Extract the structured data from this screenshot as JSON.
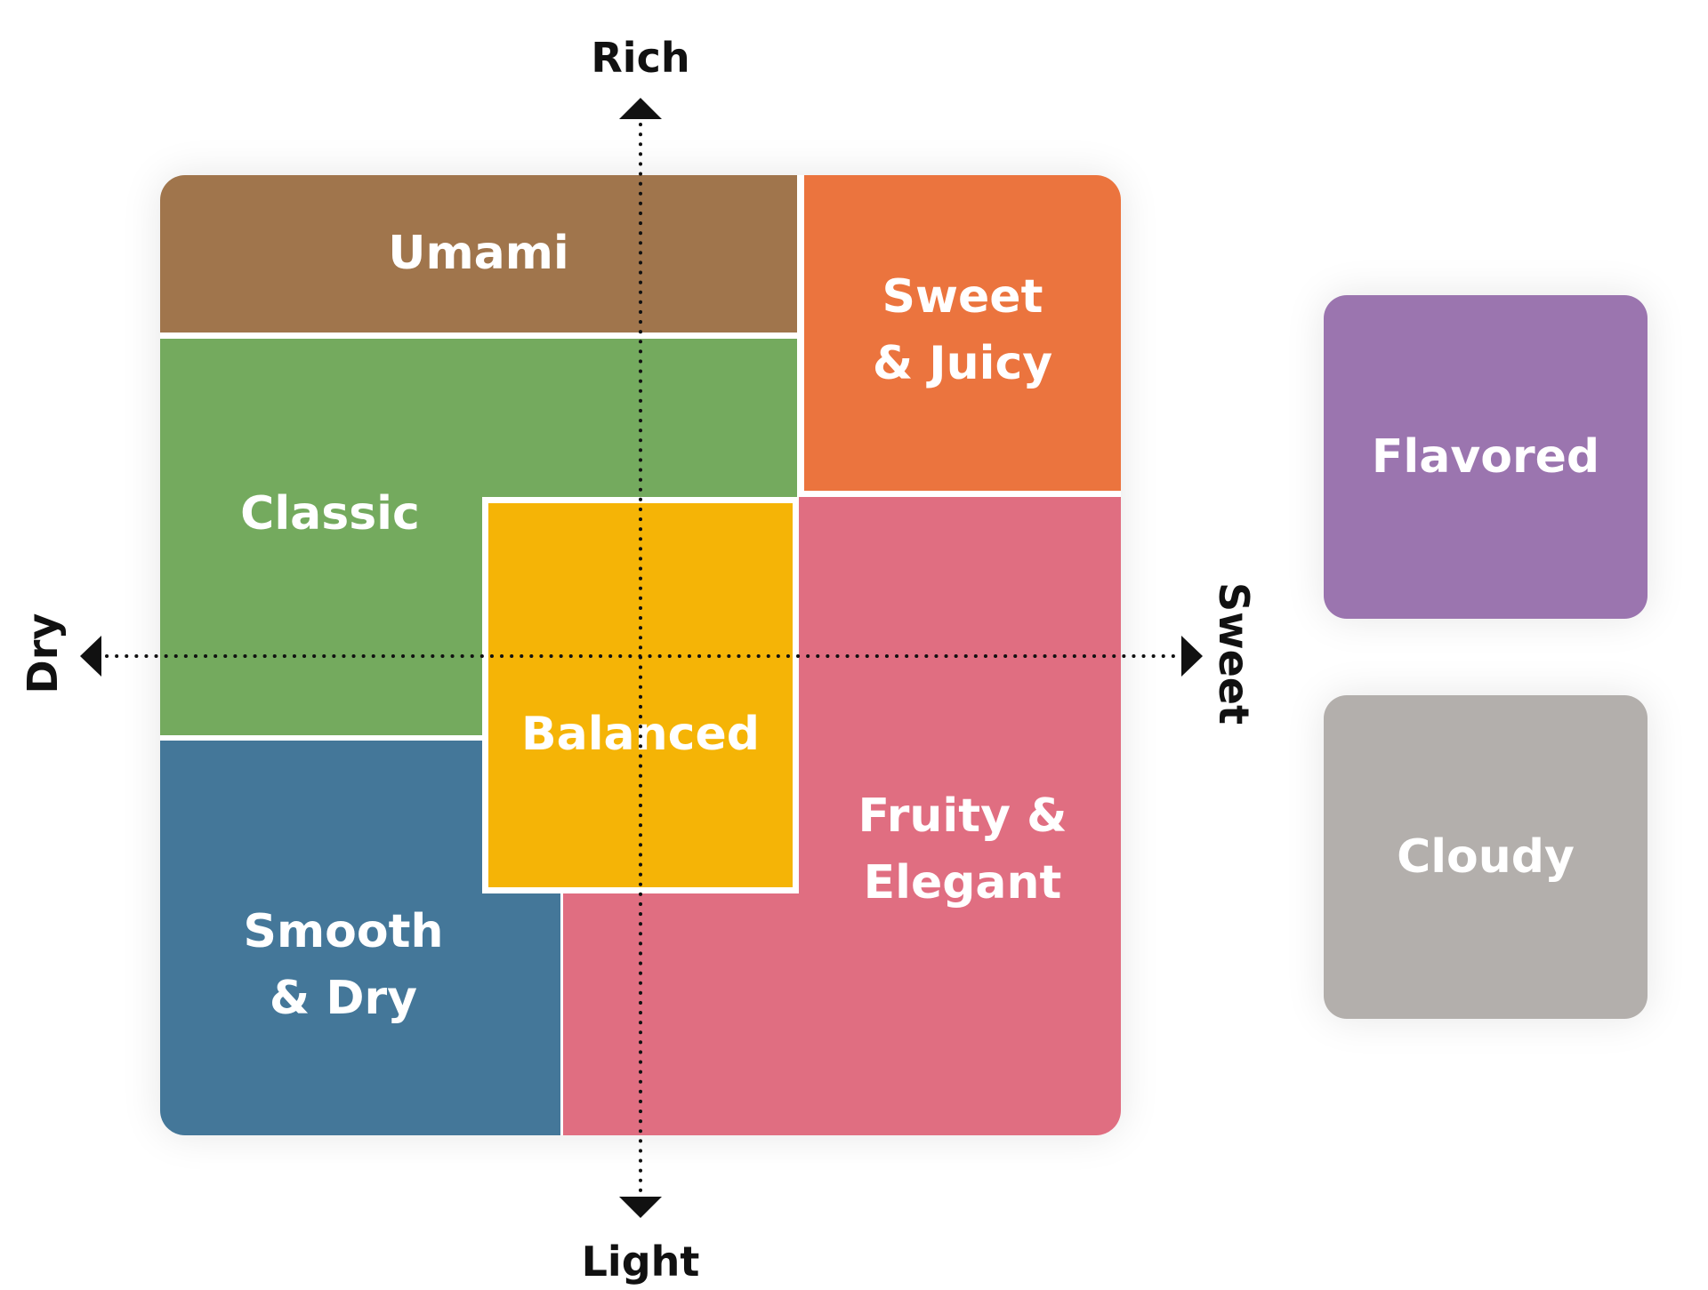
{
  "axes": {
    "top": "Rich",
    "bottom": "Light",
    "left": "Dry",
    "right": "Sweet"
  },
  "matrix": {
    "umami": {
      "line1": "Umami"
    },
    "sweet_juicy": {
      "line1": "Sweet",
      "line2": "& Juicy"
    },
    "classic": {
      "line1": "Classic"
    },
    "balanced": {
      "line1": "Balanced"
    },
    "fruity": {
      "line1": "Fruity &",
      "line2": "Elegant"
    },
    "smooth": {
      "line1": "Smooth",
      "line2": "& Dry"
    }
  },
  "side": {
    "flavored": "Flavored",
    "cloudy": "Cloudy"
  },
  "colors": {
    "umami": "#A0754C",
    "sweet_juicy": "#EB743E",
    "classic": "#74AA5E",
    "balanced": "#F5B406",
    "fruity": "#E06E81",
    "smooth": "#447799",
    "flavored": "#9B75AF",
    "cloudy": "#B3AFAC",
    "axis": "#111111"
  }
}
